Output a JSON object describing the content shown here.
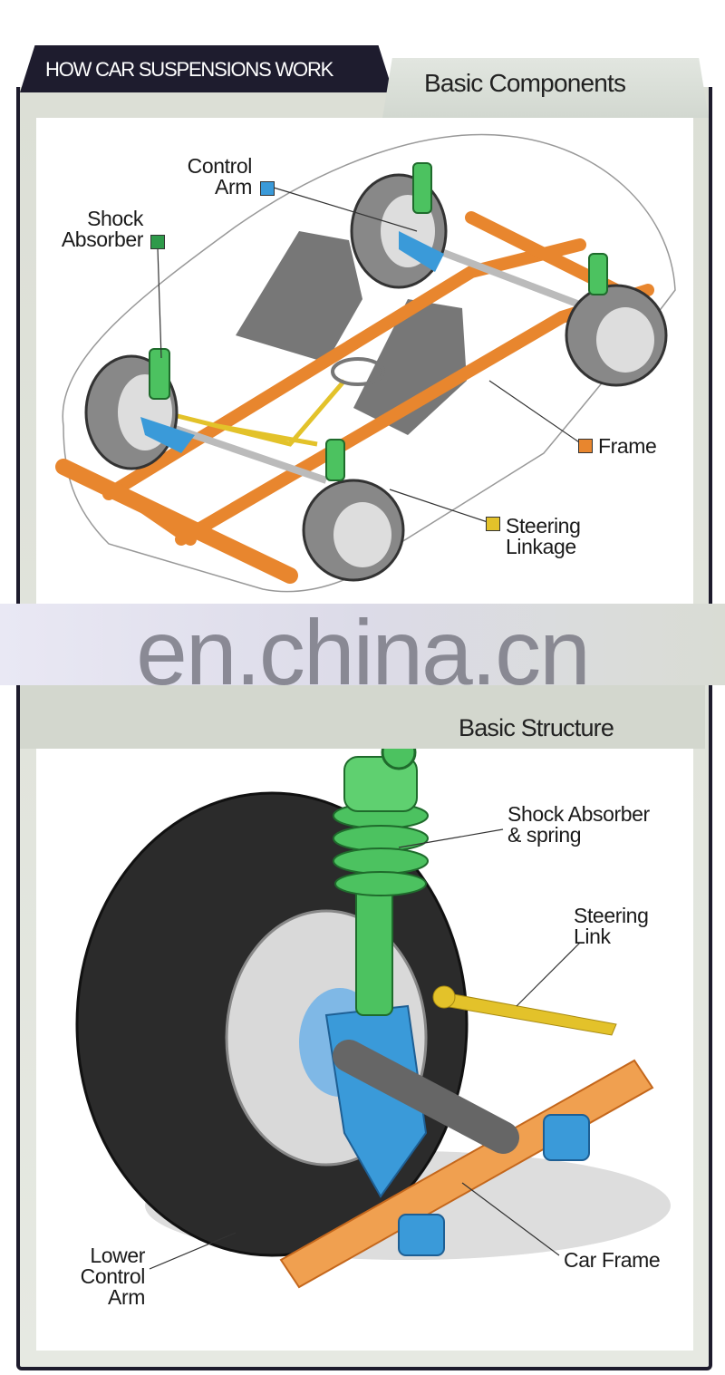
{
  "header": {
    "series_title": "HOW CAR SUSPENSIONS WORK",
    "section1_title": "Basic Components",
    "section2_title": "Basic Structure"
  },
  "watermark": "en.china.cn",
  "components": {
    "control_arm": [
      "Control",
      "Arm"
    ],
    "shock_absorber": [
      "Shock",
      "Absorber"
    ],
    "frame": [
      "Frame"
    ],
    "steering_linkage": [
      "Steering",
      "Linkage"
    ]
  },
  "structure": {
    "shock_spring": [
      "Shock Absorber",
      "& spring"
    ],
    "steering_link": [
      "Steering",
      "Link"
    ],
    "car_frame": [
      "Car Frame"
    ],
    "lower_control_arm": [
      "Lower",
      "Control",
      "Arm"
    ]
  },
  "colors": {
    "control_arm": "#3a9ad9",
    "shock_absorber": "#2e9a4a",
    "frame": "#e8862e",
    "steering": "#e3c22a",
    "tab_dark": "#1e1c2e"
  }
}
